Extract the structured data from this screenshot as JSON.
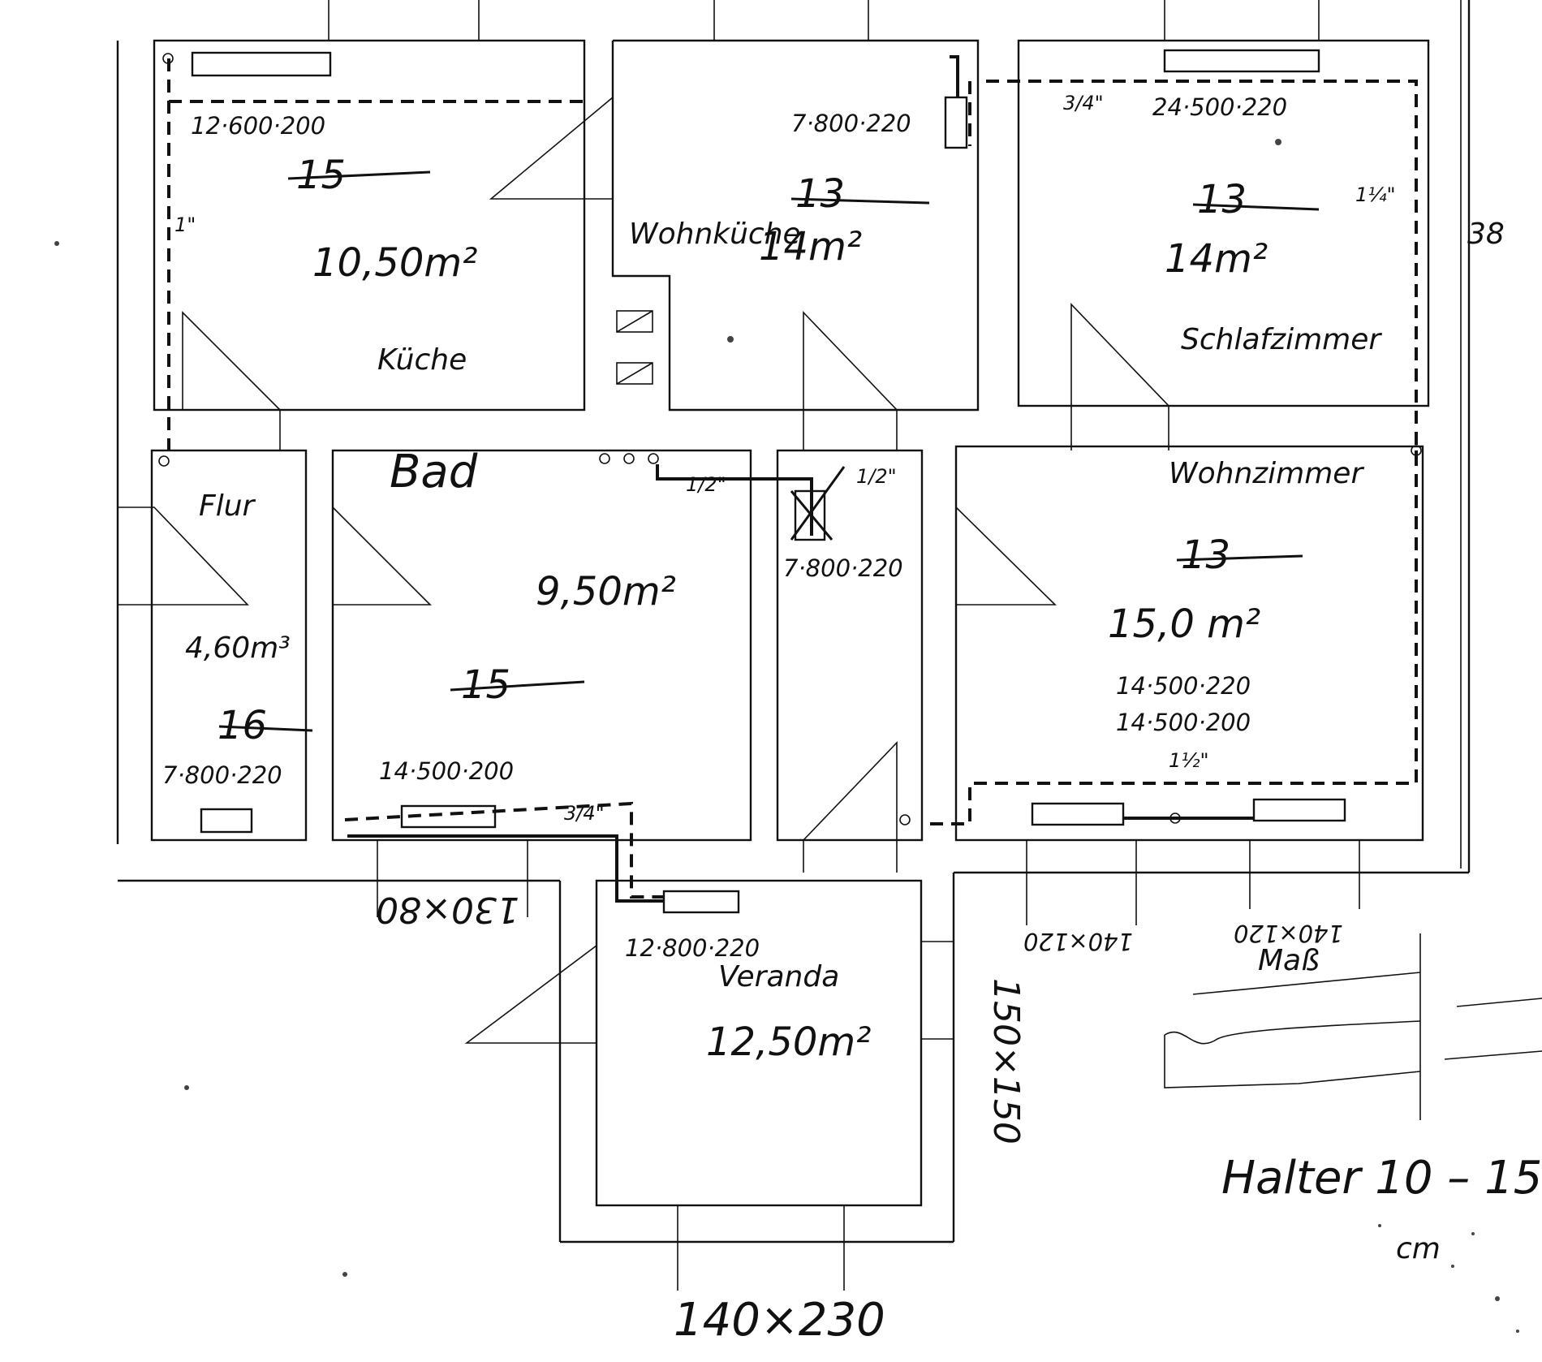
{
  "rooms": {
    "kueche": {
      "name": "Küche",
      "area": "10,50m²",
      "radiator": "12·600·200",
      "temp": "15",
      "pipe": "1\""
    },
    "wohnkueche": {
      "name": "Wohnküche",
      "area": "14m²",
      "radiator": "7·800·220",
      "temp": "13"
    },
    "schlafzimmer": {
      "name": "Schlafzimmer",
      "area": "14m²",
      "radiator": "24·500·220",
      "temp": "13",
      "pipe_a": "3/4\"",
      "pipe_b": "1¼\""
    },
    "flur": {
      "name": "Flur",
      "area": "4,60m³",
      "radiator": "7·800·220",
      "temp": "16"
    },
    "bad": {
      "name": "Bad",
      "area": "9,50m²",
      "radiator": "14·500·200",
      "temp": "15",
      "pipe_a": "1/2\"",
      "pipe_b": "3/4\""
    },
    "gang": {
      "radiator": "7·800·220",
      "pipe": "1/2\""
    },
    "wohnzimmer": {
      "name": "Wohnzimmer",
      "area": "15,0 m²",
      "radiator_1": "14·500·220",
      "radiator_2": "14·500·200",
      "temp": "13",
      "pipe": "1½\""
    },
    "veranda": {
      "name": "Veranda",
      "area": "12,50m²",
      "radiator": "12·800·220"
    }
  },
  "windows": {
    "bad_window": "130×80",
    "veranda_window": "140×230",
    "veranda_side_window": "150×150",
    "wz_window_left": "140×120",
    "wz_window_right": "140×120"
  },
  "notes": {
    "mass_label": "Maß",
    "halter_label": "Halter 10 – 15",
    "bottom_note": "cm",
    "edge_text": "38"
  }
}
